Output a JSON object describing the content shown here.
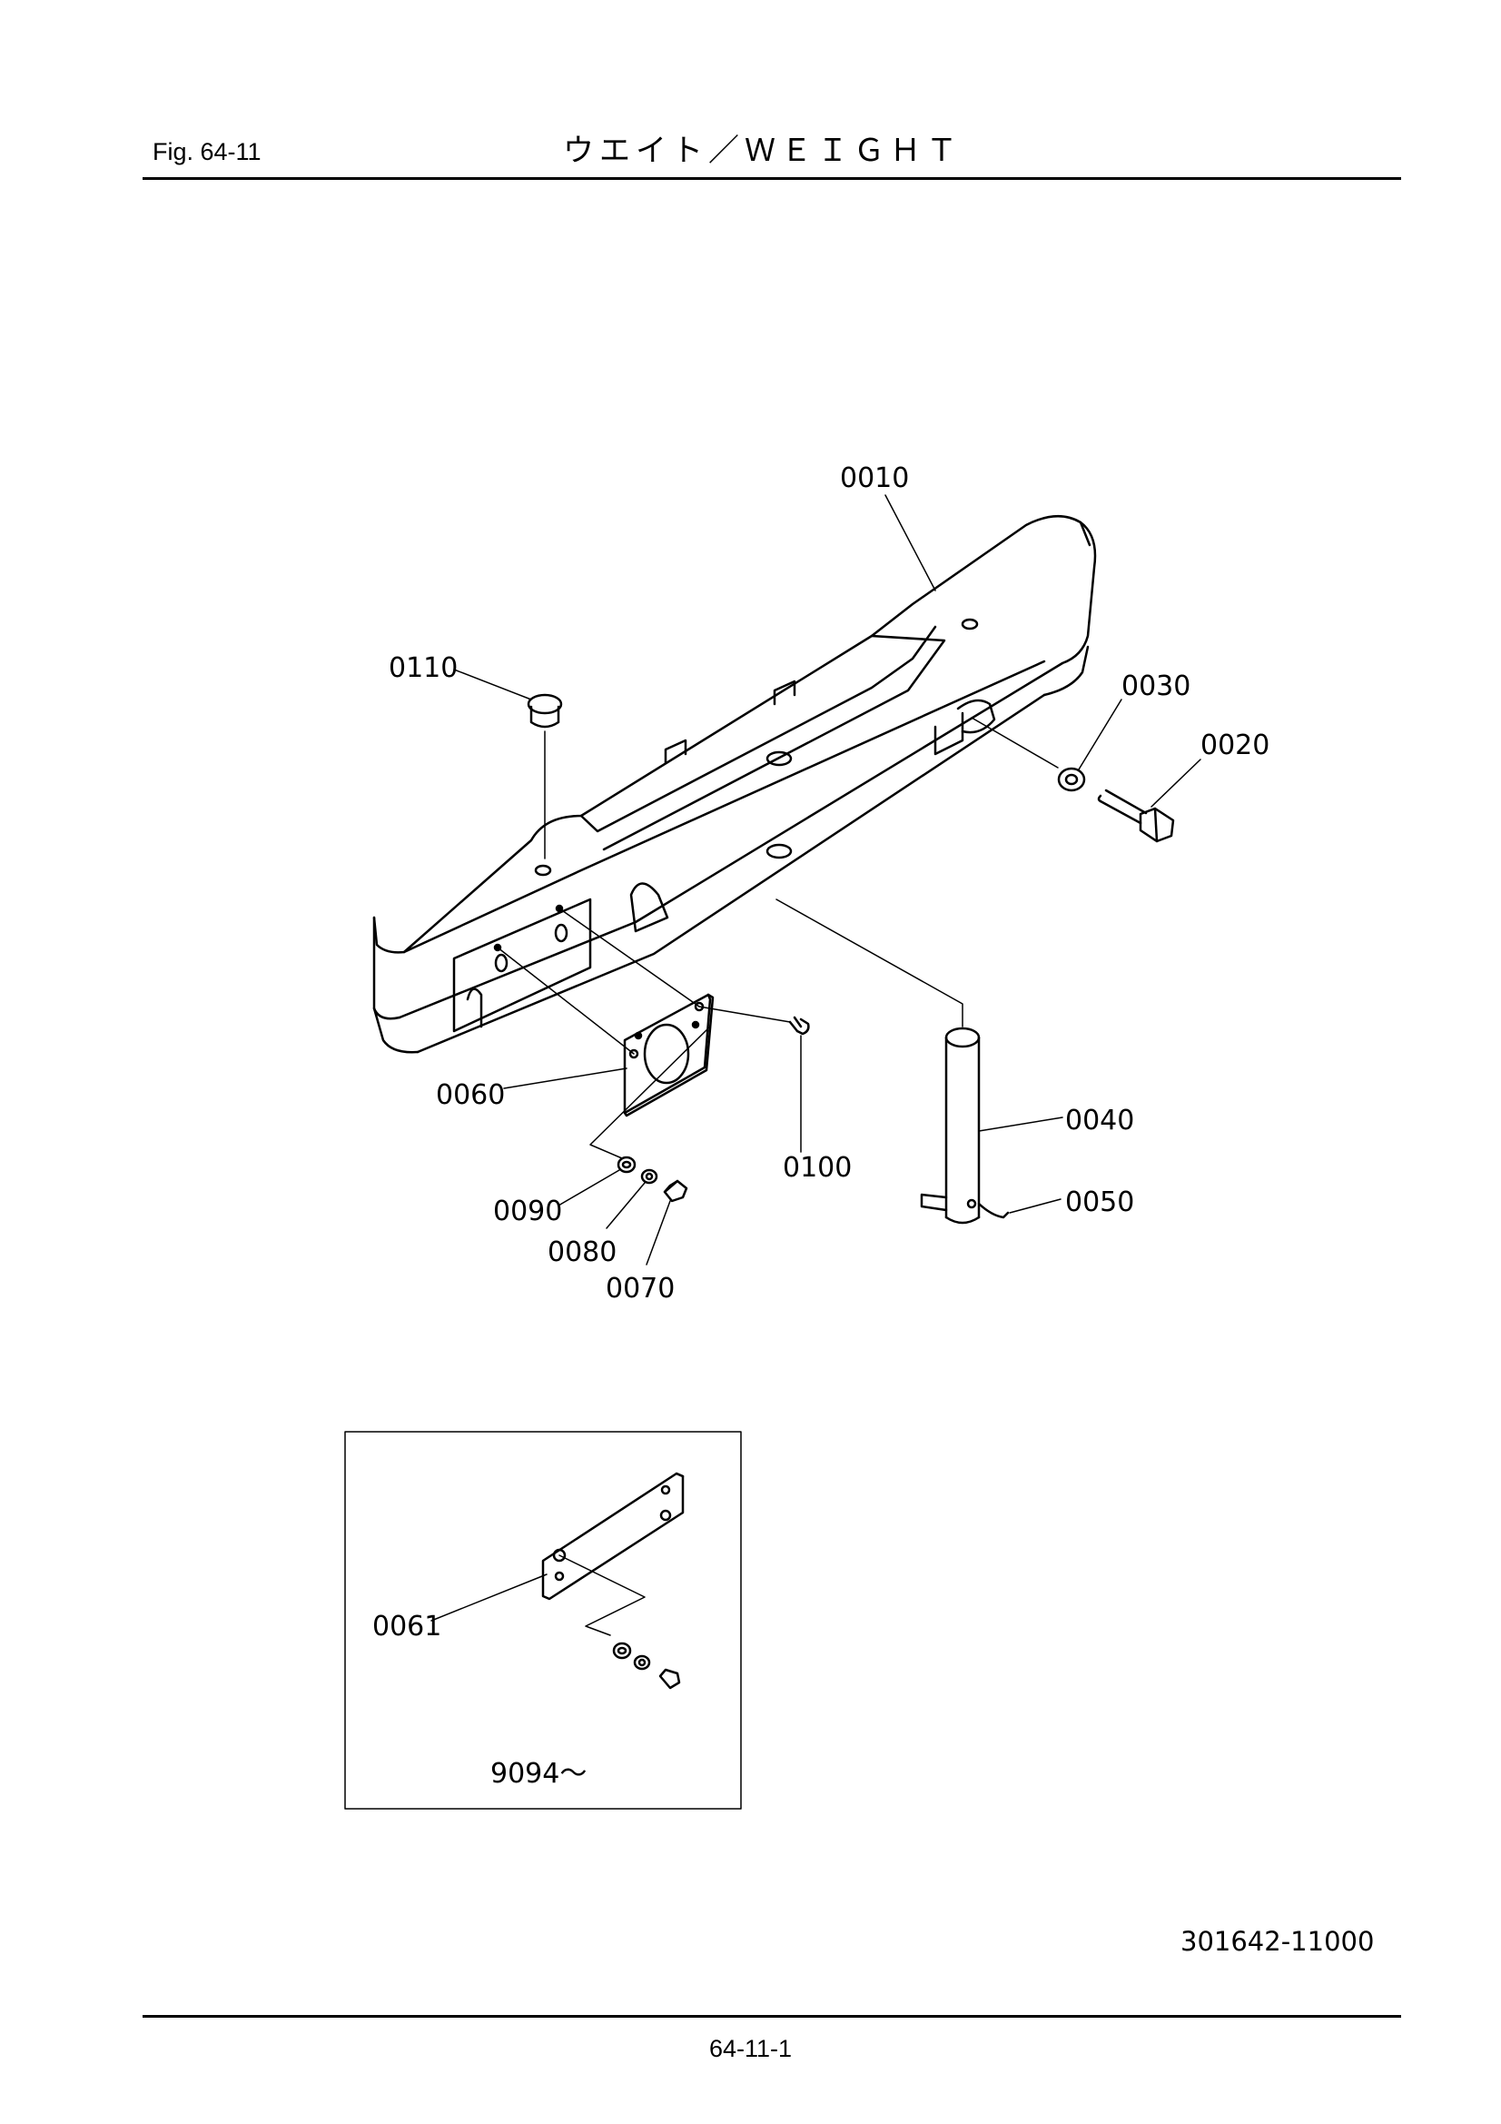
{
  "header": {
    "fig_label": "Fig.  64-11",
    "title": "ウエイト／ＷＥＩＧＨＴ"
  },
  "callouts": {
    "p0010": "0010",
    "p0020": "0020",
    "p0030": "0030",
    "p0040": "0040",
    "p0050": "0050",
    "p0060": "0060",
    "p0061": "0061",
    "p0070": "0070",
    "p0080": "0080",
    "p0090": "0090",
    "p0100": "0100",
    "p0110": "0110"
  },
  "inset": {
    "serial_range": "9094～"
  },
  "footer": {
    "drawing_number": "301642-11000",
    "page_number": "64-11-1"
  }
}
